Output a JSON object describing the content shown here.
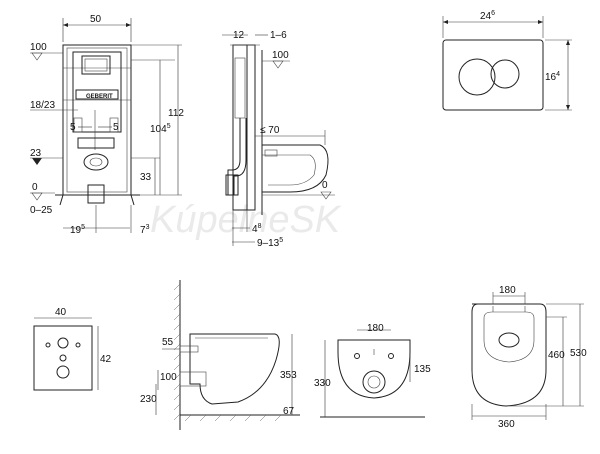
{
  "watermark": "KúpelneSK",
  "frame_view": {
    "width": "50",
    "height_total": "112",
    "height_mid": "104",
    "height_mid_sup": "5",
    "level_100": "100",
    "level_23": "23",
    "level_0": "0",
    "level_0_25": "0–25",
    "range_18_23": "18/23",
    "spacing_5a": "5",
    "spacing_5b": "5",
    "height_33": "33",
    "offset_19": "19",
    "offset_19_sup": "5",
    "offset_7": "7",
    "offset_7_sup": "3",
    "brand": "GEBERIT"
  },
  "side_view": {
    "dim_12": "12",
    "dim_1_6": "1–6",
    "level_100": "100",
    "reach_70": "≤ 70",
    "level_0": "0",
    "dim_4": "4",
    "dim_4_sup": "8",
    "dim_9_13": "9–13",
    "dim_9_13_sup": "5"
  },
  "plate_view": {
    "width": "24",
    "width_sup": "6",
    "height": "16",
    "height_sup": "4"
  },
  "wall_plate_view": {
    "width": "40",
    "height": "42"
  },
  "bowl_side_view": {
    "dim_55": "55",
    "dim_100": "100",
    "dim_230": "230",
    "dim_353": "353",
    "dim_67": "67"
  },
  "bowl_rear_view": {
    "width": "180",
    "height": "330",
    "offset": "135"
  },
  "bowl_top_view": {
    "width_top": "180",
    "width": "360",
    "depth": "460",
    "length": "530"
  }
}
